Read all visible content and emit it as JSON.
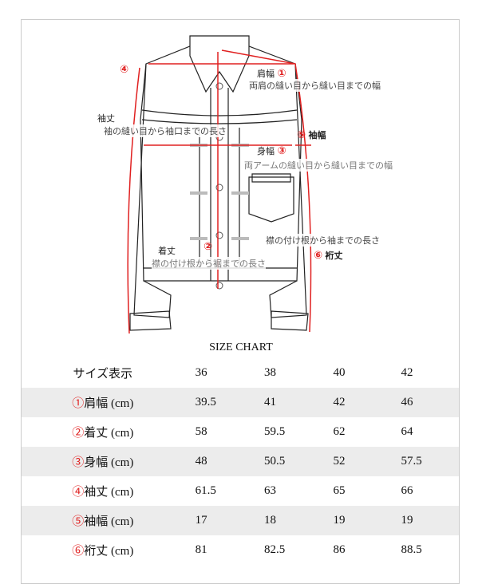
{
  "diagram": {
    "shoulder": {
      "num": "①",
      "name": "肩幅",
      "desc": "両肩の縫い目から縫い目までの幅"
    },
    "length": {
      "num": "②",
      "name": "着丈",
      "desc": "襟の付け根から裾までの長さ"
    },
    "chest": {
      "num": "③",
      "name": "身幅",
      "desc": "両アームの縫い目から縫い目までの幅"
    },
    "sleeve": {
      "num": "④",
      "name": "袖丈",
      "desc": "袖の縫い目から袖口までの長さ"
    },
    "sleeve_width": {
      "num": "⑤",
      "name": "袖幅"
    },
    "yuki": {
      "num": "⑥",
      "name": "裄丈",
      "desc": "襟の付け根から袖までの長さ"
    }
  },
  "table": {
    "title": "SIZE CHART",
    "header": {
      "label": "サイズ表示",
      "sizes": [
        "36",
        "38",
        "40",
        "42"
      ]
    },
    "rows": [
      {
        "num": "①",
        "label": "肩幅 (cm)",
        "values": [
          "39.5",
          "41",
          "42",
          "46"
        ]
      },
      {
        "num": "②",
        "label": "着丈 (cm)",
        "values": [
          "58",
          "59.5",
          "62",
          "64"
        ]
      },
      {
        "num": "③",
        "label": "身幅 (cm)",
        "values": [
          "48",
          "50.5",
          "52",
          "57.5"
        ]
      },
      {
        "num": "④",
        "label": "袖丈 (cm)",
        "values": [
          "61.5",
          "63",
          "65",
          "66"
        ]
      },
      {
        "num": "⑤",
        "label": "袖幅 (cm)",
        "values": [
          "17",
          "18",
          "19",
          "19"
        ]
      },
      {
        "num": "⑥",
        "label": "裄丈 (cm)",
        "values": [
          "81",
          "82.5",
          "86",
          "88.5"
        ]
      }
    ]
  }
}
